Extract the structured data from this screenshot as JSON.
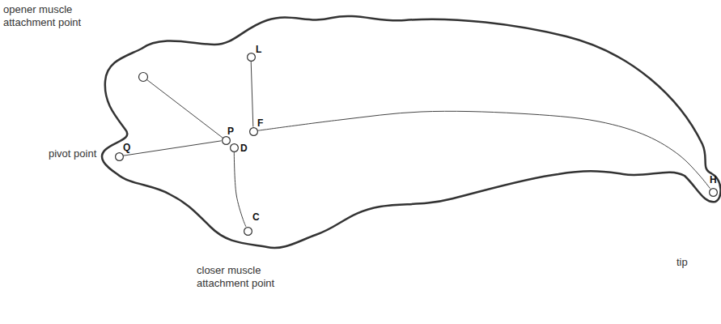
{
  "diagram": {
    "nodes": [
      {
        "text": [
          "L"
        ]
      },
      {
        "text": [
          "Q"
        ]
      },
      {
        "text": [
          "P"
        ]
      },
      {
        "text": [
          "D"
        ]
      },
      {
        "text": [
          "F"
        ]
      },
      {
        "text": [
          "C"
        ]
      },
      {
        "text": [
          "H"
        ]
      }
    ],
    "edges": [
      {
        "from": 1,
        "to": 2,
        "arrow": "none"
      },
      {
        "from": 0,
        "to": 4,
        "arrow": "none"
      },
      {
        "from": 4,
        "to": 6,
        "arrow": "none"
      },
      {
        "from": 3,
        "to": 5,
        "arrow": "none"
      }
    ],
    "labels": [
      "opener muscle attachment point",
      "pivot point",
      "closer muscle attachment point",
      "tip"
    ]
  }
}
